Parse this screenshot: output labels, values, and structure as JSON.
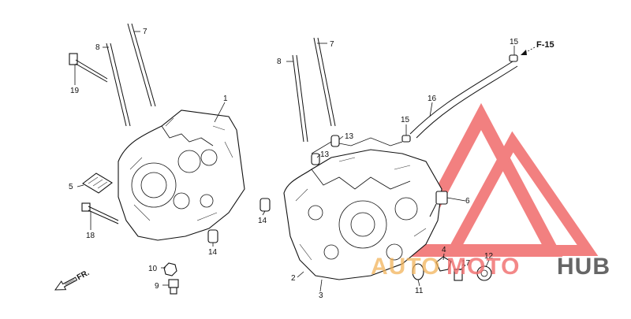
{
  "diagram": {
    "ref": "F-15",
    "callouts": {
      "p1": "1",
      "p2": "2",
      "p3": "3",
      "p4": "4",
      "p5": "5",
      "p6": "6",
      "p7a": "7",
      "p7b": "7",
      "p8a": "8",
      "p8b": "8",
      "p9": "9",
      "p10": "10",
      "p11": "11",
      "p12": "12",
      "p13a": "13",
      "p13b": "13",
      "p14a": "14",
      "p14b": "14",
      "p15a": "15",
      "p15b": "15",
      "p16": "16",
      "p17": "17",
      "p18": "18",
      "p19": "19"
    },
    "direction_label": "FR."
  },
  "watermark": {
    "text_auto": "AUTO",
    "text_moto": "MOTO",
    "text_hub": "HUB",
    "color_primary": "#f06a6a",
    "color_secondary": "#f2b35a",
    "color_dark": "#555555"
  }
}
